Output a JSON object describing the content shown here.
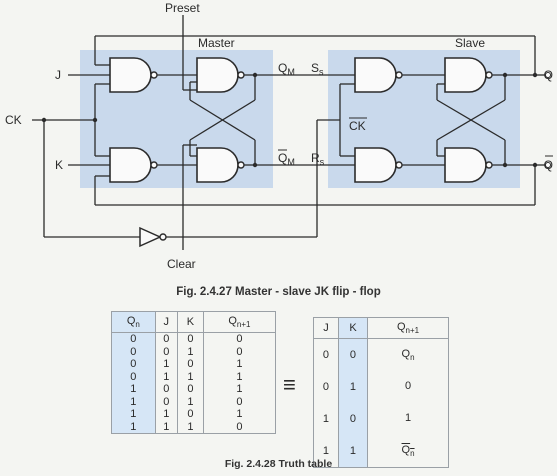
{
  "circuit": {
    "preset_label": "Preset",
    "clear_label": "Clear",
    "master_label": "Master",
    "slave_label": "Slave",
    "j_label": "J",
    "k_label": "K",
    "ck_label": "CK",
    "qm_label": "Q",
    "qm_sub": "M",
    "qm_bar_label": "Q",
    "qm_bar_sub": "M",
    "ss_label": "S",
    "ss_sub": "s",
    "rs_label": "R",
    "rs_sub": "s",
    "ck_bar_label": "CK",
    "q_label": "Q",
    "q_bar_label": "Q",
    "block_fill": "#c9d9ec"
  },
  "captions": {
    "fig1": "Fig. 2.4.27 Master - slave JK flip - flop",
    "fig2": "Fig. 2.4.28 Truth table"
  },
  "table1": {
    "headers": [
      "Q",
      "J",
      "K",
      "Q"
    ],
    "header_subs": [
      "n",
      "",
      "",
      "n+1"
    ],
    "rows": [
      [
        "0",
        "0",
        "0",
        "0"
      ],
      [
        "0",
        "0",
        "1",
        "0"
      ],
      [
        "0",
        "1",
        "0",
        "1"
      ],
      [
        "0",
        "1",
        "1",
        "1"
      ],
      [
        "1",
        "0",
        "0",
        "1"
      ],
      [
        "1",
        "0",
        "1",
        "0"
      ],
      [
        "1",
        "1",
        "0",
        "1"
      ],
      [
        "1",
        "1",
        "1",
        "0"
      ]
    ]
  },
  "equiv_symbol": "≡",
  "table2": {
    "headers": [
      "J",
      "K",
      "Q"
    ],
    "header_subs": [
      "",
      "",
      "n+1"
    ],
    "rows": [
      {
        "j": "0",
        "k": "0",
        "q": "Q",
        "q_sub": "n",
        "bar": false
      },
      {
        "j": "0",
        "k": "1",
        "q": "0",
        "q_sub": "",
        "bar": false
      },
      {
        "j": "1",
        "k": "0",
        "q": "1",
        "q_sub": "",
        "bar": false
      },
      {
        "j": "1",
        "k": "1",
        "q": "Q",
        "q_sub": "n",
        "bar": true
      }
    ]
  }
}
